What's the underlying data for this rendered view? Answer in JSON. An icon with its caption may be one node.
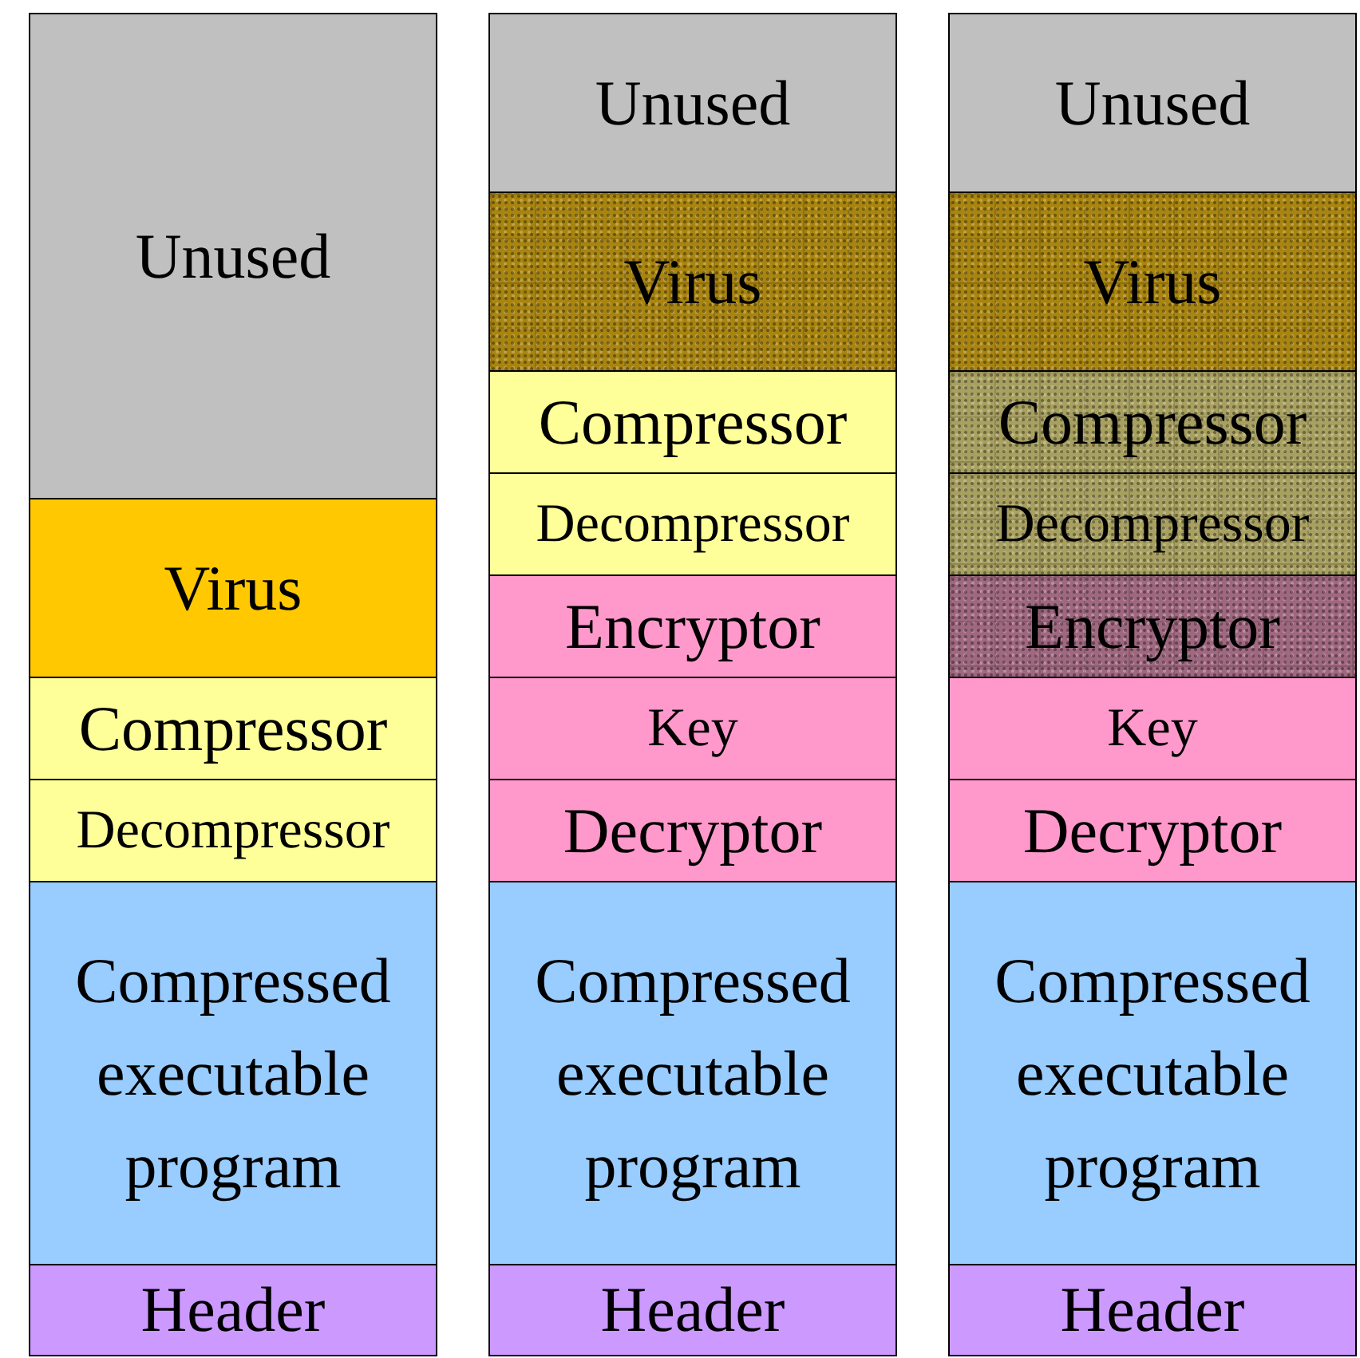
{
  "diagram": {
    "nodes": [
      {
        "text": [
          "Unused"
        ]
      },
      {
        "text": [
          "Virus"
        ]
      },
      {
        "text": [
          "Compressor"
        ]
      },
      {
        "text": [
          "Decompressor"
        ]
      },
      {
        "text": [
          "Compressed executable program"
        ]
      },
      {
        "text": [
          "Header"
        ]
      },
      {
        "text": [
          "Unused"
        ]
      },
      {
        "text": [
          "Virus"
        ]
      },
      {
        "text": [
          "Compressor"
        ]
      },
      {
        "text": [
          "Decompressor"
        ]
      },
      {
        "text": [
          "Encryptor"
        ]
      },
      {
        "text": [
          "Key"
        ]
      },
      {
        "text": [
          "Decryptor"
        ]
      },
      {
        "text": [
          "Compressed executable program"
        ]
      },
      {
        "text": [
          "Header"
        ]
      },
      {
        "text": [
          "Unused"
        ]
      },
      {
        "text": [
          "Virus"
        ]
      },
      {
        "text": [
          "Compressor"
        ]
      },
      {
        "text": [
          "Decompressor"
        ]
      },
      {
        "text": [
          "Encryptor"
        ]
      },
      {
        "text": [
          "Key"
        ]
      },
      {
        "text": [
          "Decryptor"
        ]
      },
      {
        "text": [
          "Compressed executable program"
        ]
      },
      {
        "text": [
          "Header"
        ]
      }
    ]
  }
}
